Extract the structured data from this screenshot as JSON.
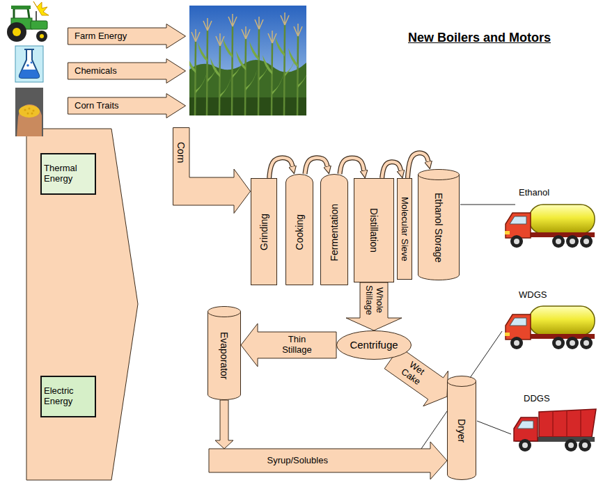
{
  "diagram": {
    "title": "New Boilers and Motors",
    "nodes": [
      {
        "text": [
          "Farm Energy"
        ]
      },
      {
        "text": [
          "Chemicals"
        ]
      },
      {
        "text": [
          "Corn Traits"
        ]
      },
      {
        "text": [
          "Corn"
        ]
      },
      {
        "text": [
          "Thermal Energy"
        ]
      },
      {
        "text": [
          "Electric Energy"
        ]
      },
      {
        "text": [
          "Grinding"
        ]
      },
      {
        "text": [
          "Cooking"
        ]
      },
      {
        "text": [
          "Fermentation"
        ]
      },
      {
        "text": [
          "Distillation"
        ]
      },
      {
        "text": [
          "Molecular Sieve"
        ]
      },
      {
        "text": [
          "Ethanol Storage"
        ]
      },
      {
        "text": [
          "Centrifuge"
        ]
      },
      {
        "text": [
          "Evaporator"
        ]
      },
      {
        "text": [
          "Dryer"
        ]
      }
    ],
    "edges": [
      {
        "from": 6,
        "to": 7,
        "arrow": "to"
      },
      {
        "from": 7,
        "to": 8,
        "arrow": "to"
      },
      {
        "from": 8,
        "to": 9,
        "arrow": "to"
      },
      {
        "from": 9,
        "to": 10,
        "arrow": "to"
      },
      {
        "from": 10,
        "to": 11,
        "arrow": "to"
      },
      {
        "from": 9,
        "to": 12,
        "label": "Whole Stillage",
        "arrow": "to"
      },
      {
        "from": 12,
        "to": 13,
        "label": "Thin Stillage",
        "arrow": "to"
      },
      {
        "from": 12,
        "to": 14,
        "label": "Wet Cake",
        "arrow": "to"
      },
      {
        "from": 13,
        "to": 14,
        "label": "Syrup/Solubles",
        "arrow": "to"
      }
    ],
    "labels": [
      "Ethanol",
      "WDGS",
      "DDGS"
    ]
  }
}
